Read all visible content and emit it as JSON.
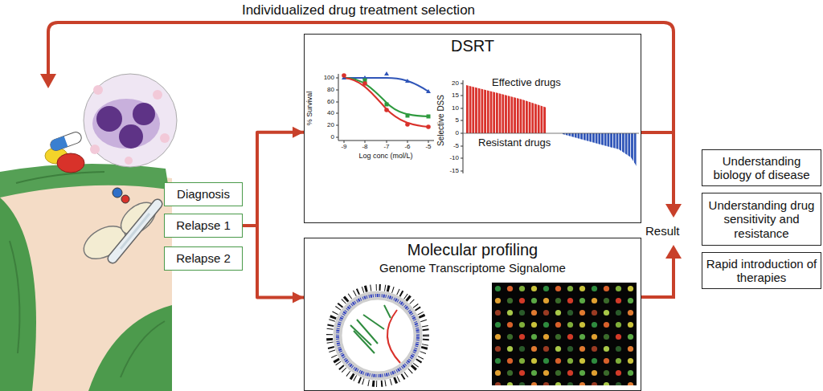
{
  "diagram": {
    "title": "Individualized drug treatment selection",
    "nodes": [
      {
        "text": [
          "Diagnosis"
        ]
      },
      {
        "text": [
          "Relapse 1"
        ]
      },
      {
        "text": [
          "Relapse 2"
        ]
      },
      {
        "text": [
          "DSRT"
        ]
      },
      {
        "text": [
          "Molecular profiling",
          "Genome Transcriptome Signalome"
        ]
      },
      {
        "text": [
          "Understanding biology of disease"
        ]
      },
      {
        "text": [
          "Understanding drug sensitivity and resistance"
        ]
      },
      {
        "text": [
          "Rapid introduction of therapies"
        ]
      }
    ],
    "edges": [
      {
        "from": 1,
        "to": 3,
        "arrow": "to"
      },
      {
        "from": 1,
        "to": 4,
        "arrow": "to"
      }
    ],
    "labels": [
      "Result",
      "% Survival",
      "100",
      "80",
      "60",
      "40",
      "20",
      "0",
      "-9",
      "-8",
      "-7",
      "-6",
      "-5",
      "Log conc (mol/L)",
      "Selective DSS",
      "20",
      "15",
      "10",
      "5",
      "0",
      "-5",
      "-10",
      "-15",
      "Effective drugs",
      "Resistant drugs"
    ]
  }
}
